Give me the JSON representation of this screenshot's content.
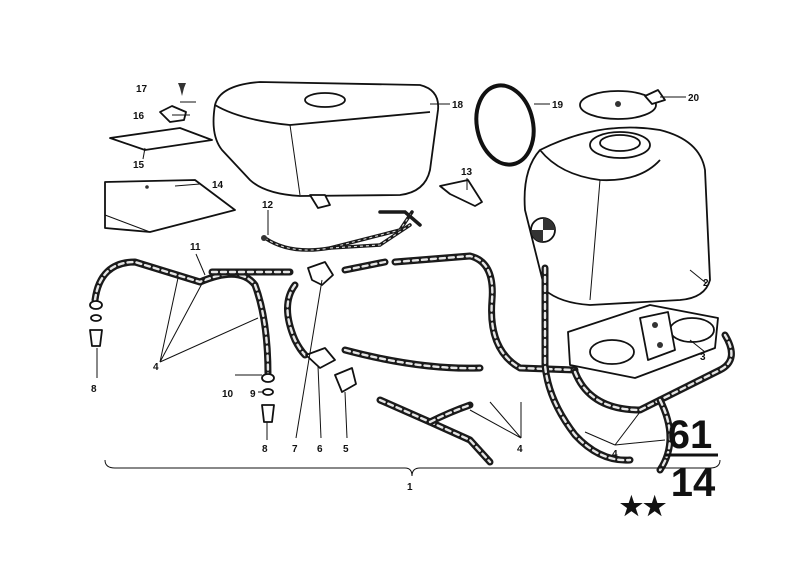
{
  "callouts": {
    "c1": "1",
    "c2": "2",
    "c3": "3",
    "c4a": "4",
    "c4b": "4",
    "c4c": "4",
    "c5": "5",
    "c6": "6",
    "c7": "7",
    "c8a": "8",
    "c8b": "8",
    "c9": "9",
    "c10": "10",
    "c11": "11",
    "c12": "12",
    "c13": "13",
    "c14": "14",
    "c15": "15",
    "c16": "16",
    "c17": "17",
    "c18": "18",
    "c19": "19",
    "c20": "20"
  },
  "section": {
    "group": "61",
    "sub": "14"
  },
  "stars": "★★"
}
